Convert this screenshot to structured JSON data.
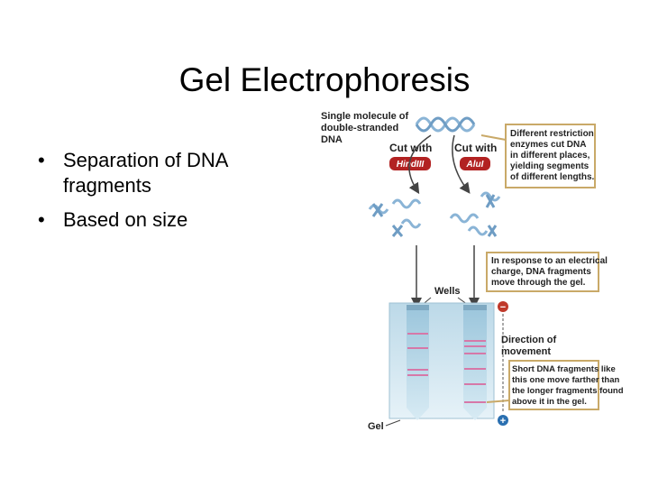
{
  "slide": {
    "title": "Gel Electrophoresis",
    "bullets": [
      "Separation of DNA fragments",
      "Based on size"
    ]
  },
  "figure": {
    "label_single": [
      "Single molecule of",
      "double-stranded",
      "DNA"
    ],
    "cut_with": "Cut with",
    "enzyme_left": "HindIII",
    "enzyme_right": "AluI",
    "callout_restriction": [
      "Different restriction",
      "enzymes cut DNA",
      "in different places,",
      "yielding segments",
      "of different lengths."
    ],
    "callout_charge": [
      "In response to an electrical",
      "charge, DNA fragments",
      "move through the gel."
    ],
    "wells": "Wells",
    "direction": [
      "Direction of",
      "movement"
    ],
    "callout_short": [
      "Short DNA fragments like",
      "this one move farther than",
      "the longer fragments found",
      "above it in the gel."
    ],
    "gel": "Gel",
    "minus": "−",
    "plus": "+",
    "colors": {
      "dna": "#8ab4d6",
      "band": "#d678a8",
      "gel": "#cfe4ef",
      "callout_border": "#c9a968",
      "enzyme_tag": "#b22222",
      "pole": "#c0392b"
    }
  }
}
